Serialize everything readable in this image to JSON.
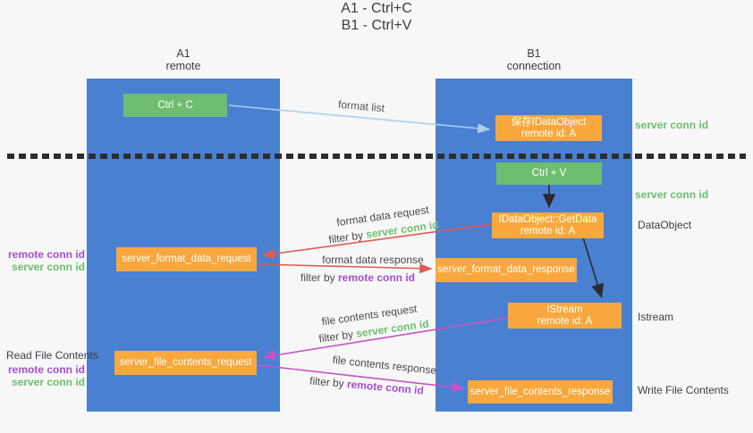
{
  "title": {
    "line1": "A1 - Ctrl+C",
    "line2": "B1 - Ctrl+V"
  },
  "columns": {
    "left": {
      "name": "A1",
      "role": "remote"
    },
    "right": {
      "name": "B1",
      "role": "connection"
    }
  },
  "nodes": {
    "ctrl_c": {
      "label": "Ctrl + C"
    },
    "ctrl_v": {
      "label": "Ctrl + V"
    },
    "save_idataobject": {
      "line1": "保存IDataObject",
      "line2": "remote id: A"
    },
    "getdata": {
      "line1": "IDataObject::GetData",
      "line2": "remote id: A"
    },
    "istream": {
      "line1": "IStream",
      "line2": "remote id: A"
    },
    "format_request": {
      "label": "server_format_data_request"
    },
    "format_response": {
      "label": "server_format_data_response"
    },
    "file_request": {
      "label": "server_file_contents_request"
    },
    "file_response": {
      "label": "server_file_contents_response"
    }
  },
  "arrow_labels": {
    "format_list": "format list",
    "format_data_request": "format data request",
    "format_data_response": "format data response",
    "file_contents_request": "file contents request",
    "file_contents_response": "file contents response",
    "filter_by": "filter by ",
    "server_conn_id": "server conn id",
    "remote_conn_id": "remote conn id"
  },
  "side_labels": {
    "server_conn_id_top": "server conn id",
    "server_conn_id_mid": "server conn id",
    "dataobject": "DataObject",
    "istream": "Istream",
    "write_file_contents": "Write File Contents",
    "read_file_contents": "Read File Contents",
    "remote_conn_id_upper": "remote conn id",
    "server_conn_id_upper": "server conn id",
    "remote_conn_id_lower": "remote conn id",
    "server_conn_id_lower": "server conn id"
  },
  "colors": {
    "lifeline_blue": "#4a80d2",
    "node_green": "#6fbd70",
    "node_orange": "#f8a83c",
    "arrow_light_blue": "#a9cfee",
    "arrow_red": "#e25950",
    "arrow_magenta": "#c653c6",
    "arrow_black": "#2b2b2b",
    "text_green": "#6cbf6c",
    "text_purple": "#a44fd0",
    "background": "#f7f7f7"
  }
}
